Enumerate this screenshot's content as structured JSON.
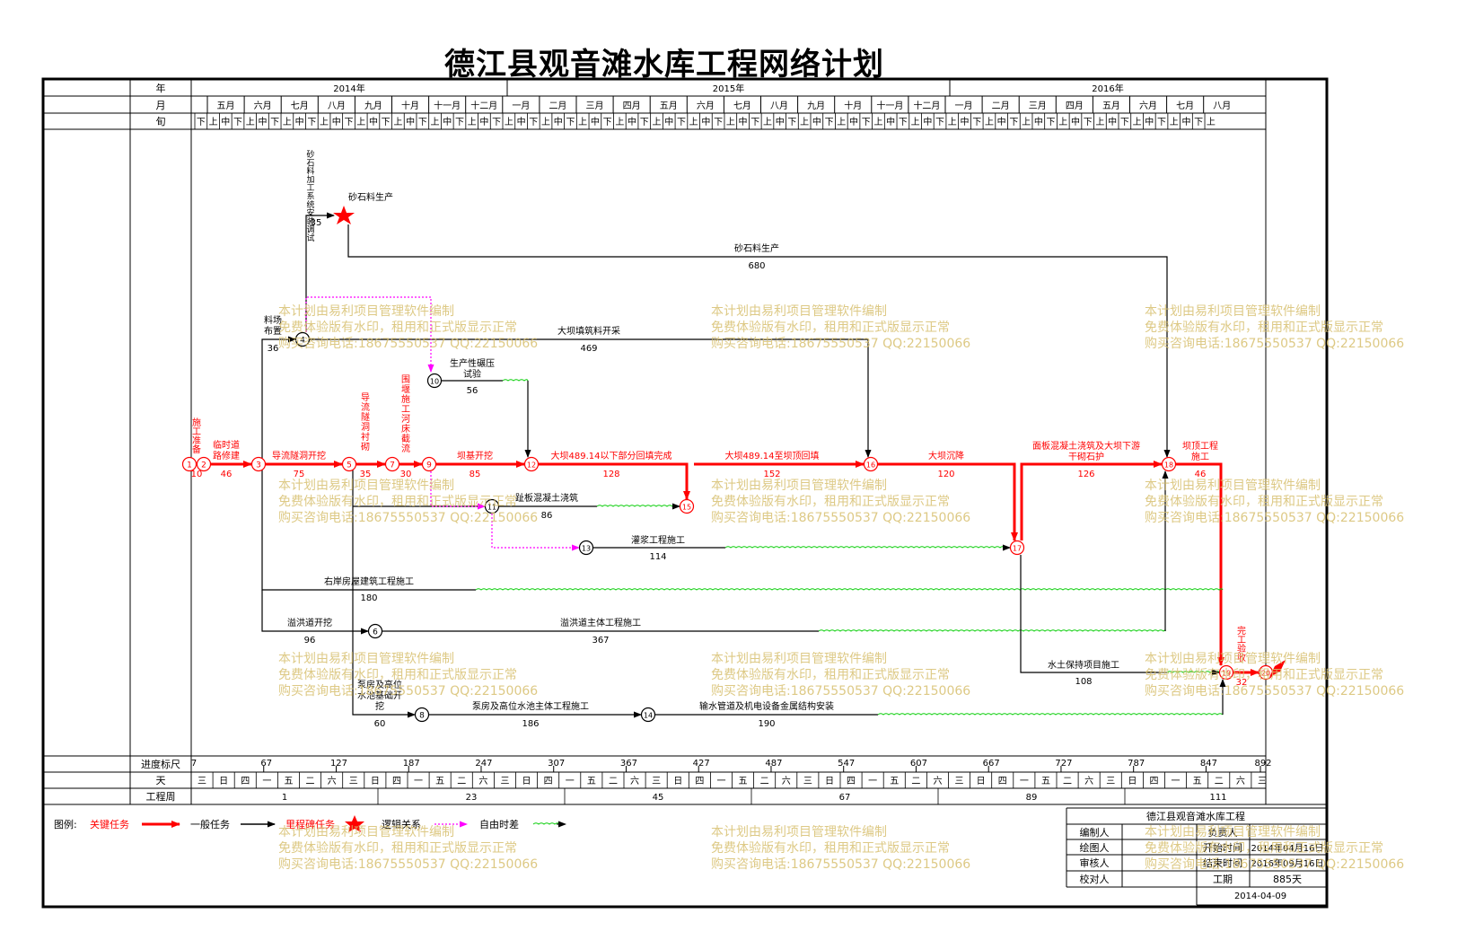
{
  "title": "德江县观音滩水库工程网络计划",
  "header": {
    "row_labels": {
      "year": "年",
      "month": "月",
      "xun": "旬"
    },
    "years": [
      "2014年",
      "2015年",
      "2016年"
    ],
    "months": [
      "五月",
      "六月",
      "七月",
      "八月",
      "九月",
      "十月",
      "十一月",
      "十二月",
      "一月",
      "二月",
      "三月",
      "四月",
      "五月",
      "六月",
      "七月",
      "八月",
      "九月",
      "十月",
      "十一月",
      "十二月",
      "一月",
      "二月",
      "三月",
      "四月",
      "五月",
      "六月",
      "七月",
      "八月"
    ],
    "xun": [
      "下",
      "上",
      "中",
      "下",
      "上",
      "中",
      "下",
      "上",
      "中",
      "下",
      "上",
      "中",
      "下",
      "上",
      "中",
      "下",
      "上",
      "中",
      "下",
      "上",
      "中",
      "下",
      "上",
      "中",
      "下",
      "上",
      "中",
      "下",
      "上",
      "中",
      "下",
      "上",
      "中",
      "下",
      "上",
      "中",
      "下",
      "上",
      "中",
      "下",
      "上",
      "中",
      "下",
      "上",
      "中",
      "下",
      "上",
      "中",
      "下",
      "上",
      "中",
      "下",
      "上",
      "中",
      "下",
      "上",
      "中",
      "下",
      "上",
      "中",
      "下",
      "上",
      "中",
      "下",
      "上",
      "中",
      "下",
      "上",
      "中",
      "下",
      "上",
      "中",
      "下",
      "上",
      "中",
      "下",
      "上",
      "中",
      "下",
      "上",
      "中",
      "下",
      "上"
    ]
  },
  "nodes": [
    {
      "id": "1",
      "label": "1"
    },
    {
      "id": "2",
      "label": "2"
    },
    {
      "id": "3",
      "label": "3"
    },
    {
      "id": "4",
      "label": "4"
    },
    {
      "id": "5",
      "label": "5"
    },
    {
      "id": "6",
      "label": "6"
    },
    {
      "id": "7",
      "label": "7"
    },
    {
      "id": "8",
      "label": "8"
    },
    {
      "id": "9",
      "label": "9"
    },
    {
      "id": "10",
      "label": "10"
    },
    {
      "id": "11",
      "label": "11"
    },
    {
      "id": "12",
      "label": "12"
    },
    {
      "id": "13",
      "label": "13"
    },
    {
      "id": "14",
      "label": "14"
    },
    {
      "id": "15",
      "label": "15"
    },
    {
      "id": "16",
      "label": "16"
    },
    {
      "id": "17",
      "label": "17"
    },
    {
      "id": "18",
      "label": "18"
    },
    {
      "id": "19",
      "label": "19"
    },
    {
      "id": "20",
      "label": "20"
    }
  ],
  "tasks": {
    "t_prep": {
      "name": "施工准备",
      "days": "10"
    },
    "t_road": {
      "name": "临时道路修建",
      "days": "46"
    },
    "t_tunnel": {
      "name": "导流隧洞开挖",
      "days": "75"
    },
    "t_lining": {
      "name": "导流隧洞衬砌",
      "days": "35"
    },
    "t_coffer": {
      "name": "围堰施工河床截流",
      "days": "30"
    },
    "t_found": {
      "name": "坝基开挖",
      "days": "85"
    },
    "t_fill1": {
      "name": "大坝489.14以下部分回填完成",
      "days": "128"
    },
    "t_fill2": {
      "name": "大坝489.14至坝顶回填",
      "days": "152"
    },
    "t_settle": {
      "name": "大坝沉降",
      "days": "120"
    },
    "t_face": {
      "name": "面板混凝土浇筑及大坝下游干砌石护",
      "days": "126"
    },
    "t_crest": {
      "name": "坝顶工程施工",
      "days": "46"
    },
    "t_finish": {
      "name": "完工验收",
      "days": "32"
    },
    "t_gravel_test": {
      "name": "砂石料加工系统安装调试",
      "days": "35"
    },
    "t_gravel_milestone": {
      "name": "砂石料生产"
    },
    "t_gravel_prod": {
      "name": "砂石料生产",
      "days": "680"
    },
    "t_yard": {
      "name": "料场布置",
      "days": "36"
    },
    "t_quarry": {
      "name": "大坝填筑料开采",
      "days": "469"
    },
    "t_roll": {
      "name": "生产性碾压试验",
      "days": "56"
    },
    "t_toe": {
      "name": "趾板混凝土浇筑",
      "days": "86"
    },
    "t_grout": {
      "name": "灌浆工程施工",
      "days": "114"
    },
    "t_house": {
      "name": "右岸房屋建筑工程施工",
      "days": "180"
    },
    "t_spill_ex": {
      "name": "溢洪道开挖",
      "days": "96"
    },
    "t_spill_main": {
      "name": "溢洪道主体工程施工",
      "days": "367"
    },
    "t_soil": {
      "name": "水土保持项目施工",
      "days": "108"
    },
    "t_pump_found": {
      "name": "泵房及高位水池基础开挖",
      "days": "60"
    },
    "t_pump_main": {
      "name": "泵房及高位水池主体工程施工",
      "days": "186"
    },
    "t_pipe": {
      "name": "输水管道及机电设备金属结构安装",
      "days": "190"
    }
  },
  "scale": {
    "label": "进度标尺",
    "ticks": [
      "7",
      "67",
      "127",
      "187",
      "247",
      "307",
      "367",
      "427",
      "487",
      "547",
      "607",
      "667",
      "727",
      "787",
      "847",
      "892"
    ]
  },
  "days_row": {
    "label": "天",
    "weekdays": [
      "三",
      "日",
      "四",
      "一",
      "五",
      "二",
      "六",
      "三",
      "日",
      "四",
      "一",
      "五",
      "二",
      "六",
      "三",
      "日",
      "四",
      "一",
      "五",
      "二",
      "六",
      "三",
      "日",
      "四",
      "一",
      "五",
      "二",
      "六",
      "三",
      "日",
      "四",
      "一",
      "五",
      "二",
      "六",
      "三",
      "日",
      "四",
      "一",
      "五",
      "二",
      "六",
      "三",
      "日",
      "四",
      "一",
      "五",
      "二",
      "六",
      "三",
      "日",
      "四",
      "一",
      "五",
      "二",
      "六"
    ]
  },
  "weeks_row": {
    "label": "工程周",
    "values": [
      "1",
      "23",
      "45",
      "67",
      "89",
      "111"
    ]
  },
  "legend": {
    "label": "图例:",
    "items": [
      "关键任务",
      "一般任务",
      "里程碑任务",
      "逻辑关系",
      "自由时差"
    ]
  },
  "info_table": {
    "project": "德江县观音滩水库工程",
    "rows": [
      {
        "k": "编制人",
        "v": "",
        "k2": "负责人",
        "v2": ""
      },
      {
        "k": "绘图人",
        "v": "",
        "k2": "开始时间",
        "v2": "2014年04月16日"
      },
      {
        "k": "审核人",
        "v": "",
        "k2": "结束时间",
        "v2": "2016年09月16日"
      },
      {
        "k": "校对人",
        "v": "",
        "k2": "工期",
        "v2": "885天"
      }
    ],
    "date": "2014-04-09"
  },
  "watermark": {
    "line1": "本计划由易利项目管理软件编制",
    "line2": "免费体验版有水印，租用和正式版显示正常",
    "line3": "购买咨询电话:18675550537 QQ:22150066"
  },
  "colors": {
    "critical": "#ff0000",
    "normal": "#000000",
    "logic": "#ff00ff",
    "float": "#00cc00",
    "watermark": "#d8c070"
  }
}
